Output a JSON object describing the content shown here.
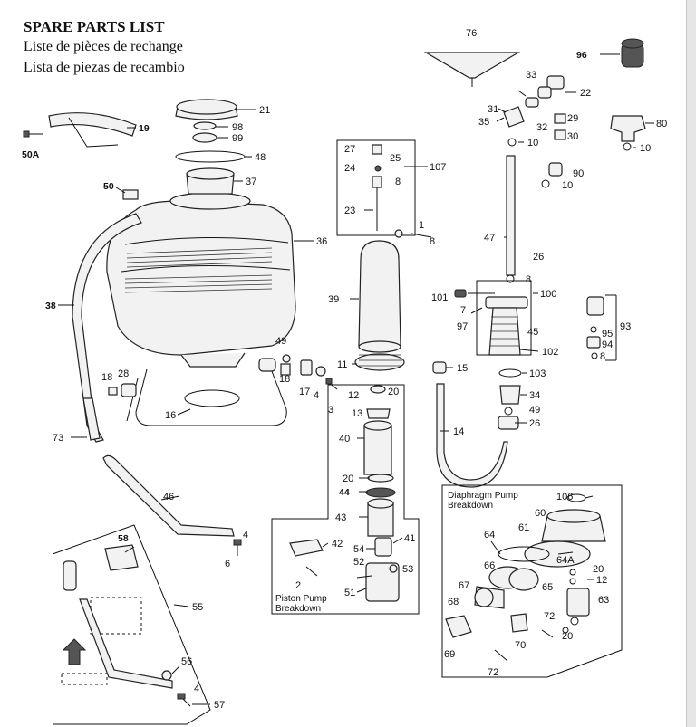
{
  "header": {
    "title": "SPARE PARTS LIST",
    "subtitle_fr": "Liste de pièces de rechange",
    "subtitle_es": "Lista de piezas de recambio"
  },
  "callouts": {
    "c1": "1",
    "c2": "2",
    "c4a": "4",
    "c4b": "4",
    "c4c": "4",
    "c3": "3",
    "c6": "6",
    "c7": "7",
    "c8a": "8",
    "c8b": "8",
    "c8c": "8",
    "c8d": "8",
    "c10a": "10",
    "c10b": "10",
    "c10c": "10",
    "c11": "11",
    "c12a": "12",
    "c12b": "12",
    "c13": "13",
    "c14": "14",
    "c15": "15",
    "c16": "16",
    "c17": "17",
    "c18a": "18",
    "c18b": "18",
    "c19": "19",
    "c20a": "20",
    "c20b": "20",
    "c20c": "20",
    "c20d": "20",
    "c21": "21",
    "c22": "22",
    "c23": "23",
    "c24": "24",
    "c25": "25",
    "c26a": "26",
    "c26b": "26",
    "c27": "27",
    "c28": "28",
    "c29": "29",
    "c30": "30",
    "c31": "31",
    "c32": "32",
    "c33": "33",
    "c34": "34",
    "c35": "35",
    "c36": "36",
    "c37": "37",
    "c38": "38",
    "c39": "39",
    "c40": "40",
    "c41": "41",
    "c42": "42",
    "c43": "43",
    "c44": "44",
    "c45": "45",
    "c46": "46",
    "c47": "47",
    "c48": "48",
    "c49a": "49",
    "c49b": "49",
    "c50": "50",
    "c50a": "50A",
    "c51": "51",
    "c52": "52",
    "c53": "53",
    "c54": "54",
    "c55": "55",
    "c56": "56",
    "c57": "57",
    "c58": "58",
    "c60": "60",
    "c61": "61",
    "c63": "63",
    "c64": "64",
    "c64a": "64A",
    "c65": "65",
    "c66": "66",
    "c67": "67",
    "c68": "68",
    "c69": "69",
    "c70": "70",
    "c72a": "72",
    "c72b": "72",
    "c73": "73",
    "c76": "76",
    "c80": "80",
    "c90": "90",
    "c93": "93",
    "c94": "94",
    "c95": "95",
    "c96": "96",
    "c97": "97",
    "c98": "98",
    "c99": "99",
    "c100": "100",
    "c101": "101",
    "c102": "102",
    "c103": "103",
    "c106": "106",
    "c107": "107"
  },
  "captions": {
    "piston_line1": "Piston Pump",
    "piston_line2": "Breakdown",
    "diaphragm_line1": "Diaphragm Pump",
    "diaphragm_line2": "Breakdown"
  }
}
